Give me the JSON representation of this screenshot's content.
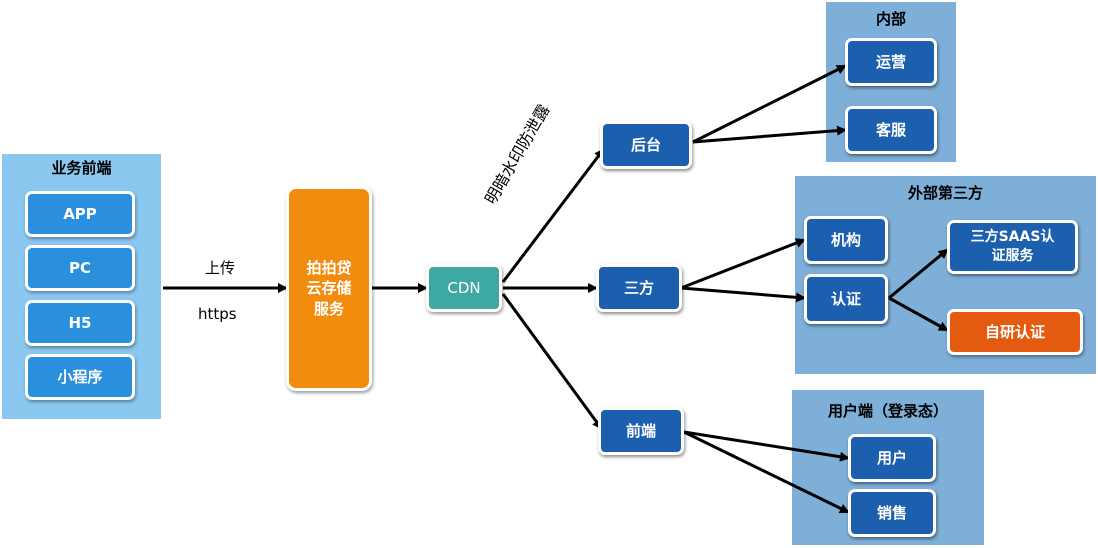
{
  "panels": {
    "frontend": {
      "title": "业务前端",
      "items": [
        "APP",
        "PC",
        "H5",
        "小程序"
      ]
    },
    "internal": {
      "title": "内部",
      "items": [
        "运营",
        "客服"
      ]
    },
    "external": {
      "title": "外部第三方"
    },
    "user": {
      "title": "用户端（登录态）"
    }
  },
  "nodes": {
    "storage": "拍拍贷\n云存储\n服务",
    "cdn": "CDN",
    "backend": "后台",
    "third": "三方",
    "front": "前端",
    "org": "机构",
    "auth": "认证",
    "saas": "三方SAAS认\n证服务",
    "selfauth": "自研认证",
    "users": "用户",
    "sales": "销售"
  },
  "edge_labels": {
    "upload": "上传",
    "protocol": "https",
    "watermark": "明暗水印防泄露"
  },
  "colors": {
    "panel_bg": "#7eafd8",
    "frontend_bg": "#8ac8f0",
    "node_blue": "#1b5fae",
    "node_light_blue": "#2a8fdc",
    "storage_orange": "#f28c0e",
    "cdn_teal": "#3ea8a2",
    "self_auth_red": "#e35a10"
  }
}
